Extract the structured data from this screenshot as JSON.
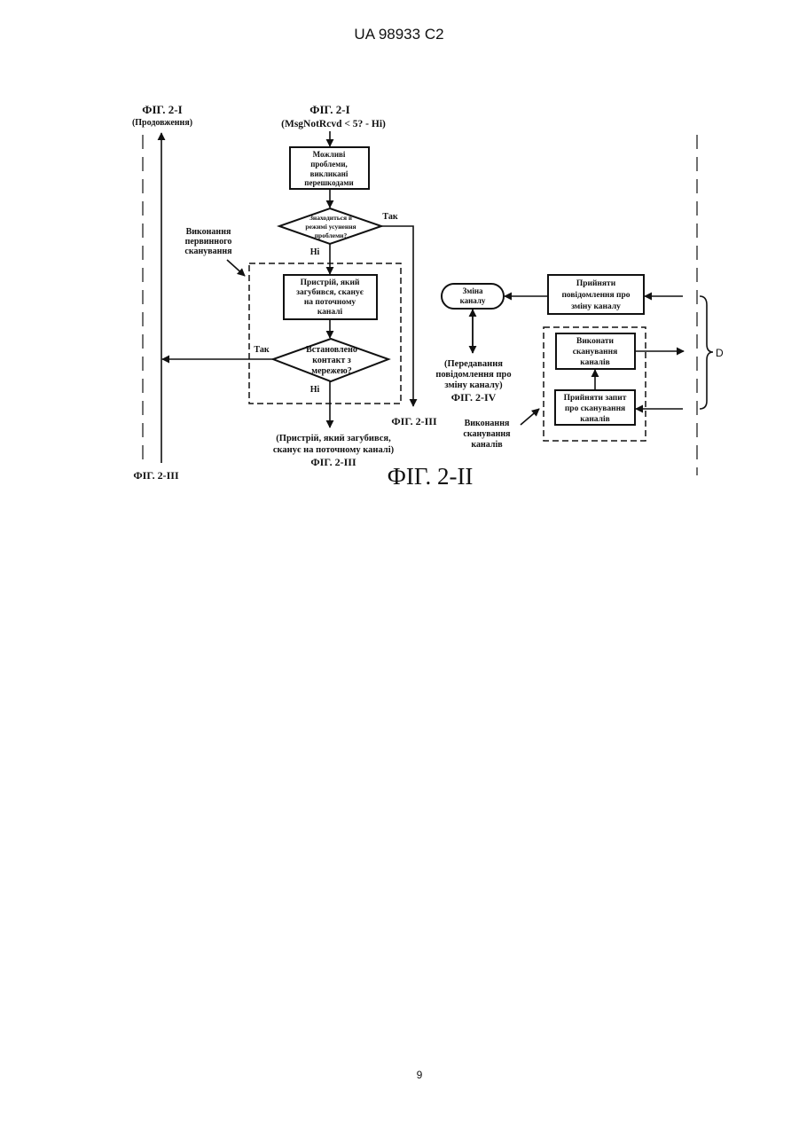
{
  "header": {
    "patent_number": "UA   98933   C2"
  },
  "footer": {
    "page_number": "9"
  },
  "figure": {
    "caption": "ФІГ. 2-II",
    "refs": {
      "top_left": "ФІГ. 2-I",
      "top_left_note": "(Продовження)",
      "top_center": "ФІГ. 2-I",
      "top_center_note": "(MsgNotRcvd < 5? - Hi)",
      "bottom_left": "ФІГ. 2-III",
      "bottom_center_line1": "(Пристрій, який загубився,",
      "bottom_center_line2": "сканує на поточному каналі)",
      "bottom_center": "ФІГ. 2-III",
      "mid_right_down": "ФІГ. 2-III",
      "transmit_line1": "(Передавання",
      "transmit_line2": "повідомлення про",
      "transmit_line3": "зміну каналу)",
      "transmit_fig": "ФІГ. 2-IV"
    },
    "boxes": {
      "possible_problems": [
        "Можливі",
        "проблеми,",
        "викликані",
        "перешкодами"
      ],
      "lost_device": [
        "Пристрій, який",
        "загубився, сканує",
        "на поточному",
        "каналі"
      ],
      "change_channel": [
        "Зміна",
        "каналу"
      ],
      "accept_change": [
        "Прийняти",
        "повідомлення про",
        "зміну каналу"
      ],
      "do_scan": [
        "Виконати",
        "сканування",
        "каналів"
      ],
      "accept_scan": [
        "Прийняти запит",
        "про сканування",
        "каналів"
      ]
    },
    "decisions": {
      "troubleshoot": [
        "Знаходиться в",
        "режимі усунення",
        "проблеми?"
      ],
      "contact": [
        "Встановлено",
        "контакт з",
        "мережею?"
      ]
    },
    "edge_labels": {
      "yes1": "Так",
      "no1": "Hi",
      "yes2": "Так",
      "no2": "Hi"
    },
    "group_labels": {
      "primary_scan": [
        "Виконання",
        "первинного",
        "сканування"
      ],
      "channel_scan": [
        "Виконання",
        "сканування",
        "каналів"
      ],
      "brace": "D"
    }
  }
}
